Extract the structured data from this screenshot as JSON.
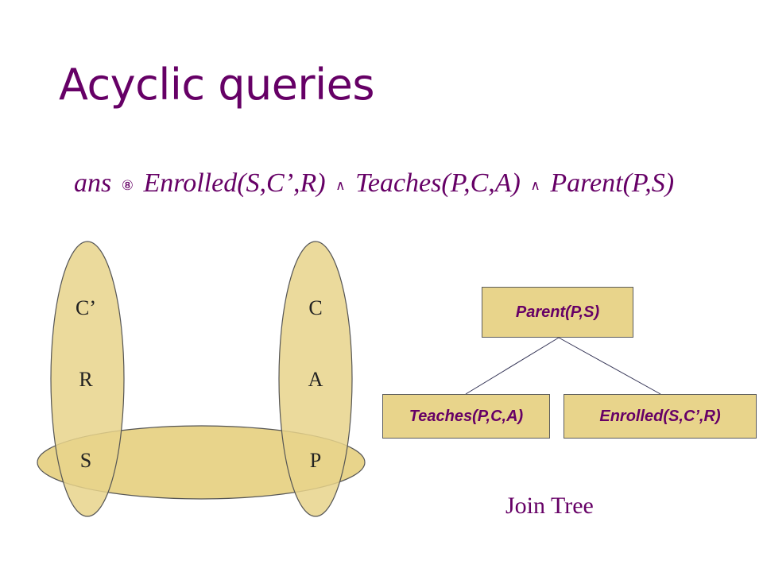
{
  "slide": {
    "title": "Acyclic queries",
    "query": {
      "head": "ans",
      "implication_symbol": "⑧",
      "atoms": [
        "Enrolled(S,C’,R)",
        "Teaches(P,C,A)",
        "Parent(P,S)"
      ],
      "conjunction_symbol": "∧"
    }
  },
  "hypergraph": {
    "left_vertices": [
      "C’",
      "R",
      "S"
    ],
    "right_vertices": [
      "C",
      "A",
      "P"
    ],
    "fill_color": "#e8d48b",
    "stroke_color": "#555555"
  },
  "join_tree": {
    "root": "Parent(P,S)",
    "children": [
      "Teaches(P,C,A)",
      "Enrolled(S,C’,R)"
    ],
    "caption": "Join Tree",
    "box_color": "#e8d48b",
    "text_color": "#660066"
  }
}
